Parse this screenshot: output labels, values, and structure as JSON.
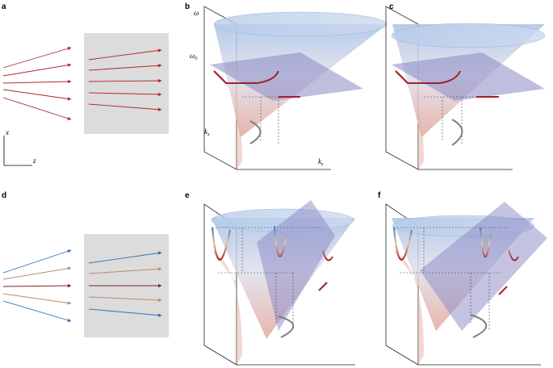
{
  "panels": {
    "a": {
      "label": "a",
      "x_axis": "z",
      "y_axis": "x",
      "beam_color": "#b0262b"
    },
    "b": {
      "label": "b",
      "omega": "ω",
      "omega0_main": "ω",
      "omega0_sub": "0",
      "kx_main": "k",
      "kx_sub": "x",
      "kz_main": "k",
      "kz_sub": "z"
    },
    "c": {
      "label": "c"
    },
    "d": {
      "label": "d",
      "beam_colors": [
        "#2f6fb8",
        "#b98a68",
        "#7a2030",
        "#b98a68",
        "#2f6fb8"
      ]
    },
    "e": {
      "label": "e"
    },
    "f": {
      "label": "f"
    }
  },
  "colors": {
    "cone_top": "#b3c8e6",
    "cone_bottom": "#e6b0a8",
    "plane": "#8a88c4",
    "curve_red": "#a3202a",
    "projection_gray": "#7d7d7d",
    "box_gray": "#dcdcdc"
  }
}
